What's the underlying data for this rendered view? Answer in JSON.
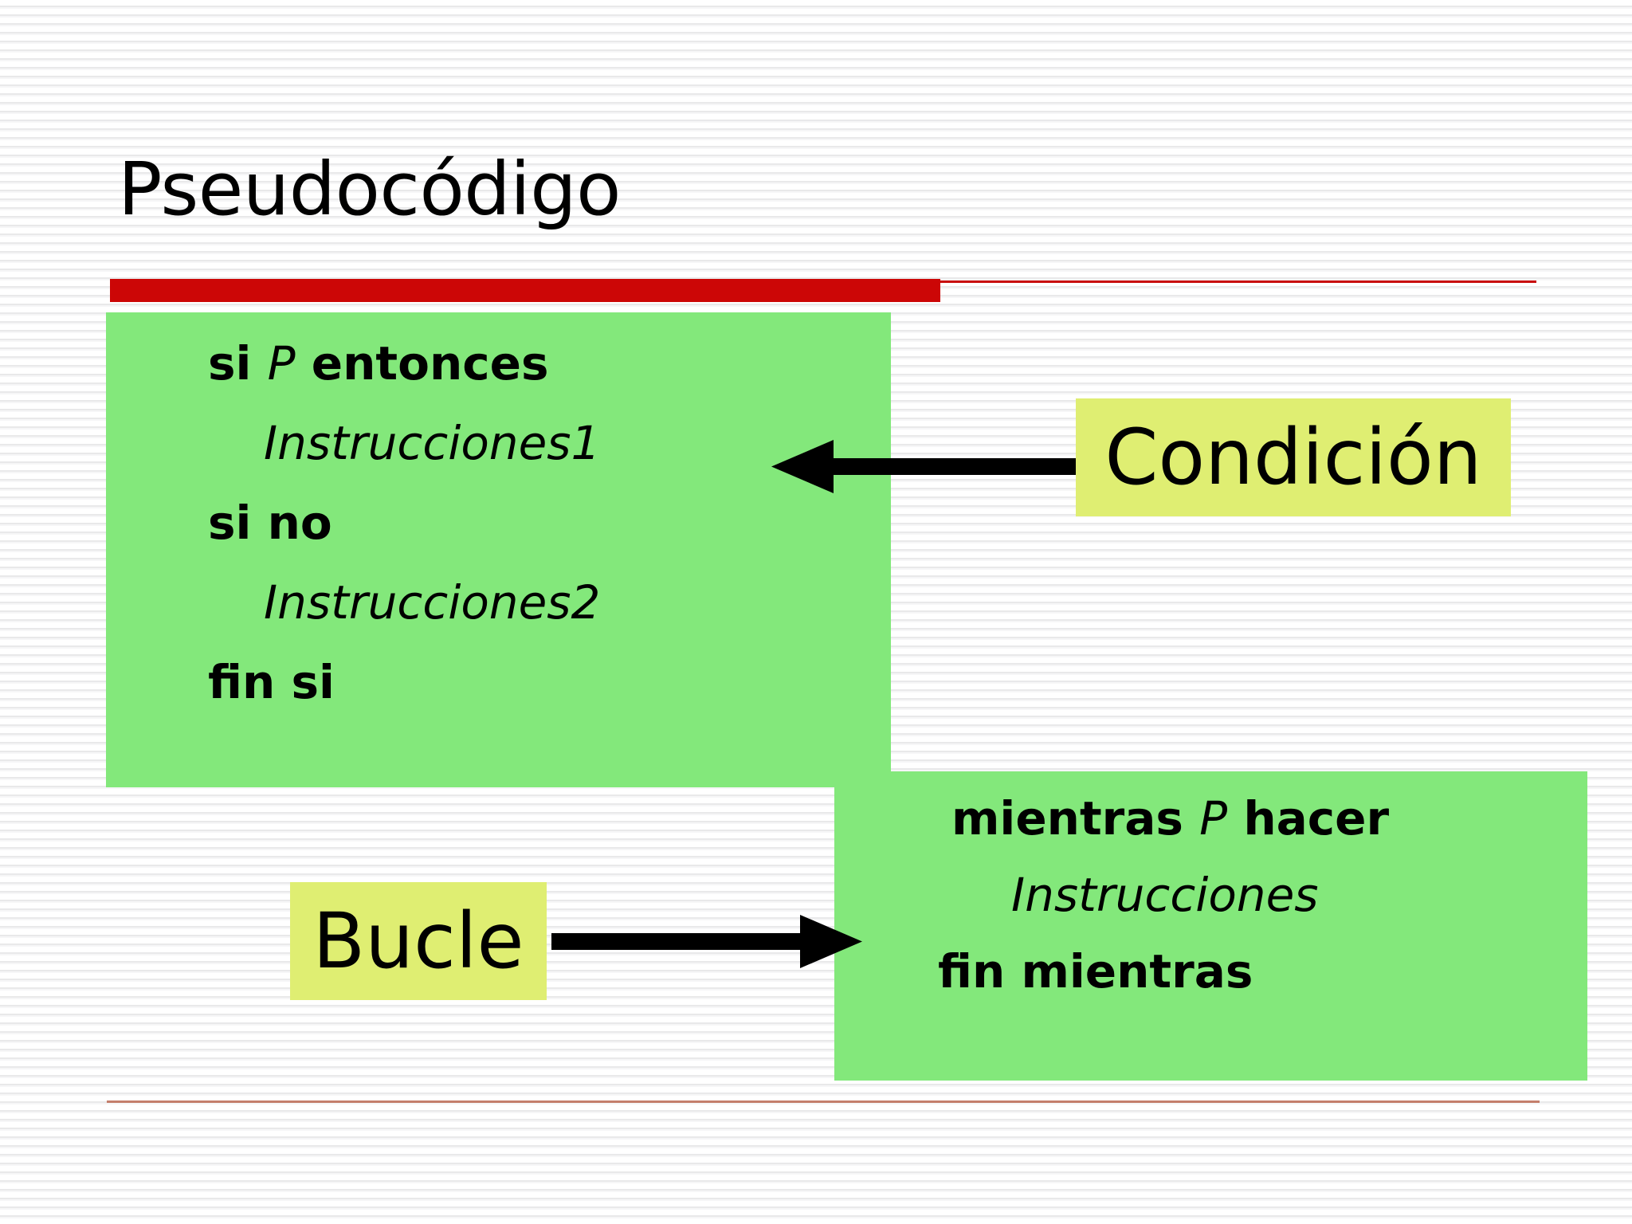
{
  "slide": {
    "title": "Pseudocódigo",
    "accent_color": "#cc0606",
    "code_block_color": "#83e87b",
    "callout_color": "#dfee72",
    "background_color": "#ffffff"
  },
  "blocks": {
    "conditional": {
      "lines": [
        {
          "keyword_before": "si ",
          "variable": "P",
          "keyword_after": " entonces"
        },
        {
          "italic": "Instrucciones1"
        },
        {
          "keyword_before": "si no",
          "variable": "",
          "keyword_after": ""
        },
        {
          "italic": "Instrucciones2"
        },
        {
          "keyword_before": "fin si",
          "variable": "",
          "keyword_after": ""
        }
      ],
      "l1_before": "si ",
      "l1_var": "P",
      "l1_after": " entonces",
      "l2": "Instrucciones1",
      "l3": "si no",
      "l4": "Instrucciones2",
      "l5": "fin si"
    },
    "loop": {
      "l1_before": "mientras ",
      "l1_var": "P",
      "l1_after": " hacer",
      "l2": "Instrucciones",
      "l3": "fin mientras"
    }
  },
  "callouts": {
    "condition": "Condición",
    "loop": "Bucle"
  },
  "arrows": {
    "condition_direction": "left",
    "loop_direction": "right"
  }
}
